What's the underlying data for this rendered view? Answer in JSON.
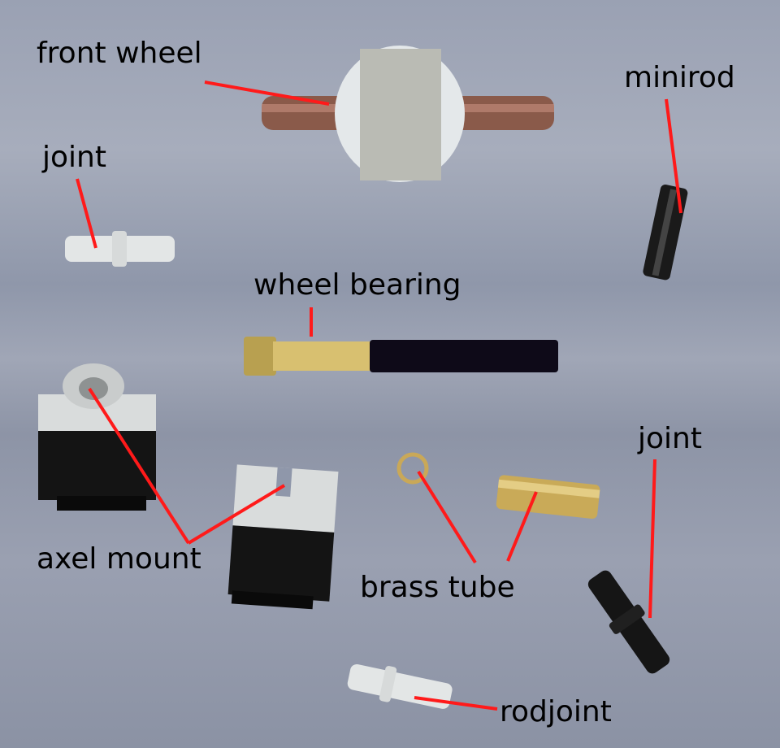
{
  "labels": {
    "front_wheel": "front wheel",
    "minirod": "minirod",
    "joint_left": "joint",
    "wheel_bearing": "wheel bearing",
    "joint_right": "joint",
    "axel_mount": "axel mount",
    "brass_tube": "brass tube",
    "rodjoint": "rodjoint"
  },
  "colors": {
    "leader_line": "#ff1a1a",
    "background": "#9aa1b3"
  }
}
